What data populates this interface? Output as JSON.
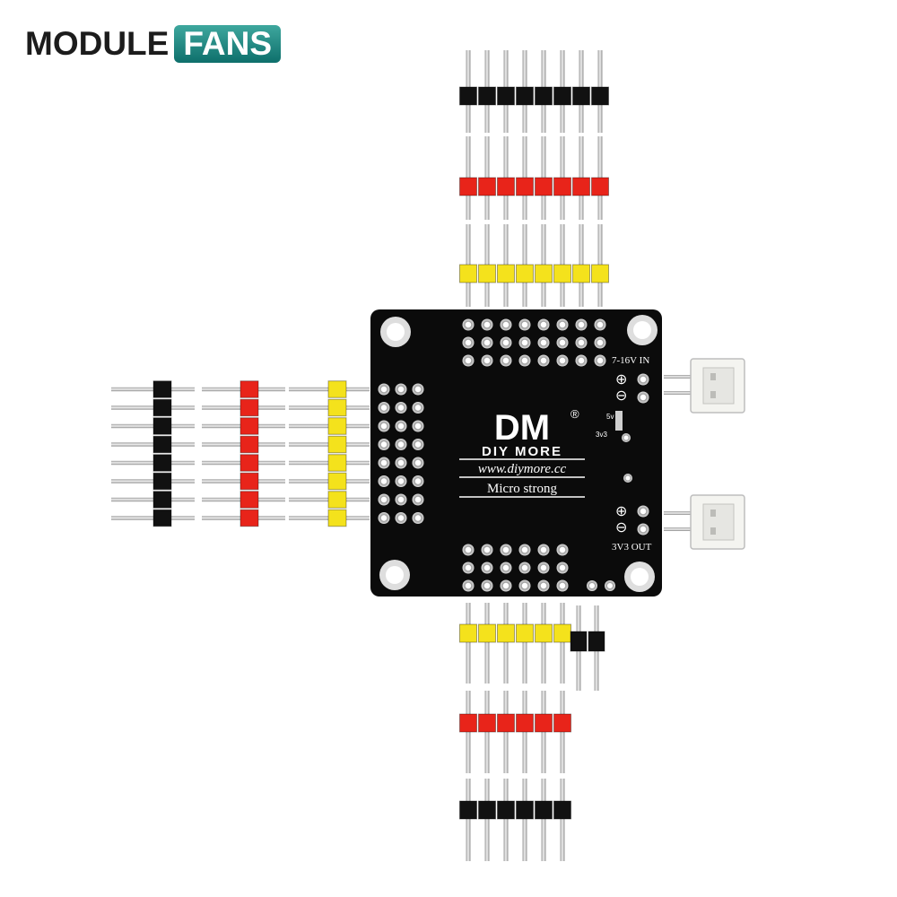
{
  "brand": {
    "word1": "MODULE",
    "word2": "FANS",
    "fans_color": "#1f8a84"
  },
  "board": {
    "logo": "DM",
    "registered": "®",
    "brand": "DIY MORE",
    "url": "www.diymore.cc",
    "slogan": "Micro strong",
    "input_label": "7-16V IN",
    "output_label": "3V3 OUT",
    "plus": "⊕",
    "minus": "⊖",
    "sel_5v": "5v",
    "sel_3v3": "3v3",
    "board_color": "#0b0b0b",
    "silk_color": "#ffffff"
  },
  "headers": {
    "colors": [
      "#111111",
      "#e8241a",
      "#f4e21c"
    ],
    "top_rows": [
      {
        "color": "black",
        "pins": 8
      },
      {
        "color": "red",
        "pins": 8
      },
      {
        "color": "yellow",
        "pins": 8
      }
    ],
    "left_columns": [
      {
        "color": "black",
        "pins": 8
      },
      {
        "color": "red",
        "pins": 8
      },
      {
        "color": "yellow",
        "pins": 8
      }
    ],
    "bottom_rows": [
      {
        "color": "yellow",
        "pins": 6
      },
      {
        "color": "red",
        "pins": 6
      },
      {
        "color": "black",
        "pins": 6
      }
    ],
    "jumper_pins": 2
  },
  "connectors": {
    "count": 2,
    "color": "#f4f4f0"
  }
}
